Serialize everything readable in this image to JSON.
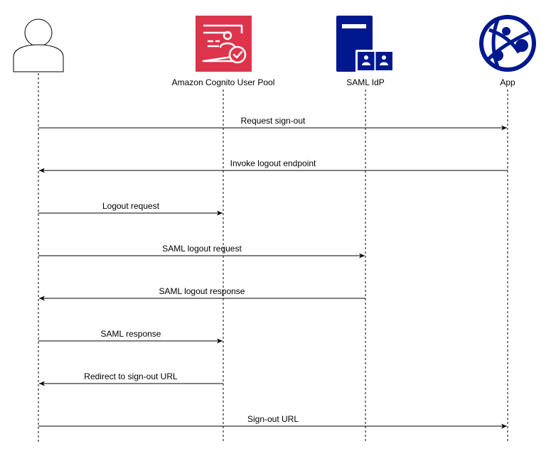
{
  "participants": [
    {
      "id": "user",
      "label": "",
      "icon": "user-icon"
    },
    {
      "id": "cognito",
      "label": "Amazon Cognito User Pool",
      "icon": "cognito-user-pool-icon",
      "color": "#DD344C"
    },
    {
      "id": "idp",
      "label": "SAML IdP",
      "icon": "saml-idp-server-icon",
      "color": "#00188D"
    },
    {
      "id": "app",
      "label": "App",
      "icon": "app-globe-icon",
      "color": "#00188D"
    }
  ],
  "messages": [
    {
      "label": "Request sign-out",
      "from": "user",
      "to": "app"
    },
    {
      "label": "Invoke logout endpoint",
      "from": "app",
      "to": "user"
    },
    {
      "label": "Logout request",
      "from": "user",
      "to": "cognito"
    },
    {
      "label": "SAML logout request",
      "from": "user",
      "to": "idp"
    },
    {
      "label": "SAML logout response",
      "from": "idp",
      "to": "user"
    },
    {
      "label": "SAML response",
      "from": "user",
      "to": "cognito"
    },
    {
      "label": "Redirect to sign-out URL",
      "from": "cognito",
      "to": "user"
    },
    {
      "label": "Sign-out URL",
      "from": "user",
      "to": "app"
    }
  ]
}
